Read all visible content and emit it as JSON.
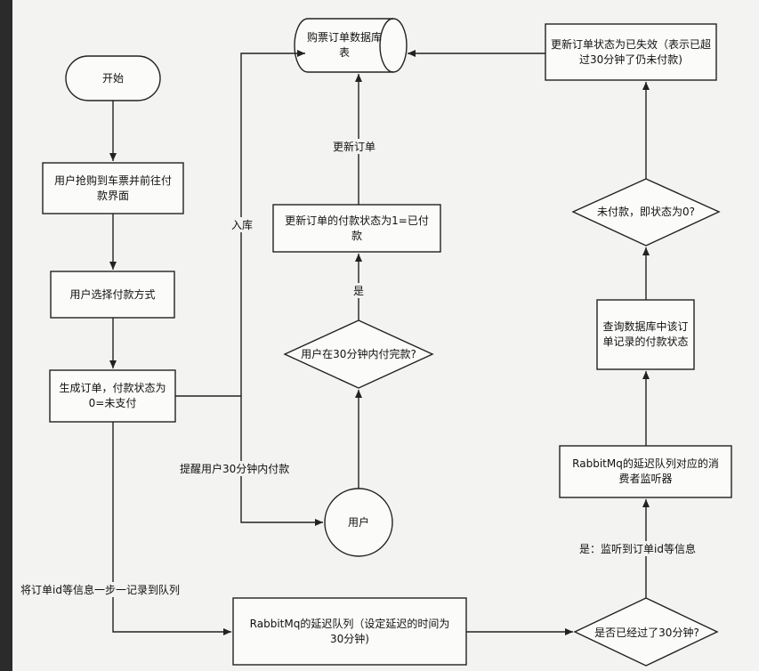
{
  "nodes": {
    "start": "开始",
    "grab_ticket": "用户抢购到车票并前往付款界面",
    "choose_payment": "用户选择付款方式",
    "create_order": "生成订单，付款状态为0=未支付",
    "db": "购票订单数据库表",
    "update_paid": "更新订单的付款状态为1=已付款",
    "paid_in_30": "用户在30分钟内付完款?",
    "user": "用户",
    "mark_expired": "更新订单状态为已失效（表示已超过30分钟了仍未付款)",
    "unpaid_check": "未付款，即状态为0?",
    "query_db": "查询数据库中该订单记录的付款状态",
    "consumer": "RabbitMq的延迟队列对应的消费者监听器",
    "delay_queue": "RabbitMq的延迟队列（设定延迟的时间为30分钟)",
    "passed_30": "是否已经过了30分钟?"
  },
  "edge_labels": {
    "store": "入库",
    "update_order": "更新订单",
    "yes": "是",
    "remind": "提醒用户30分钟内付款",
    "record_queue": "将订单id等信息一步一记录到队列",
    "listen": "是：监听到订单id等信息"
  }
}
